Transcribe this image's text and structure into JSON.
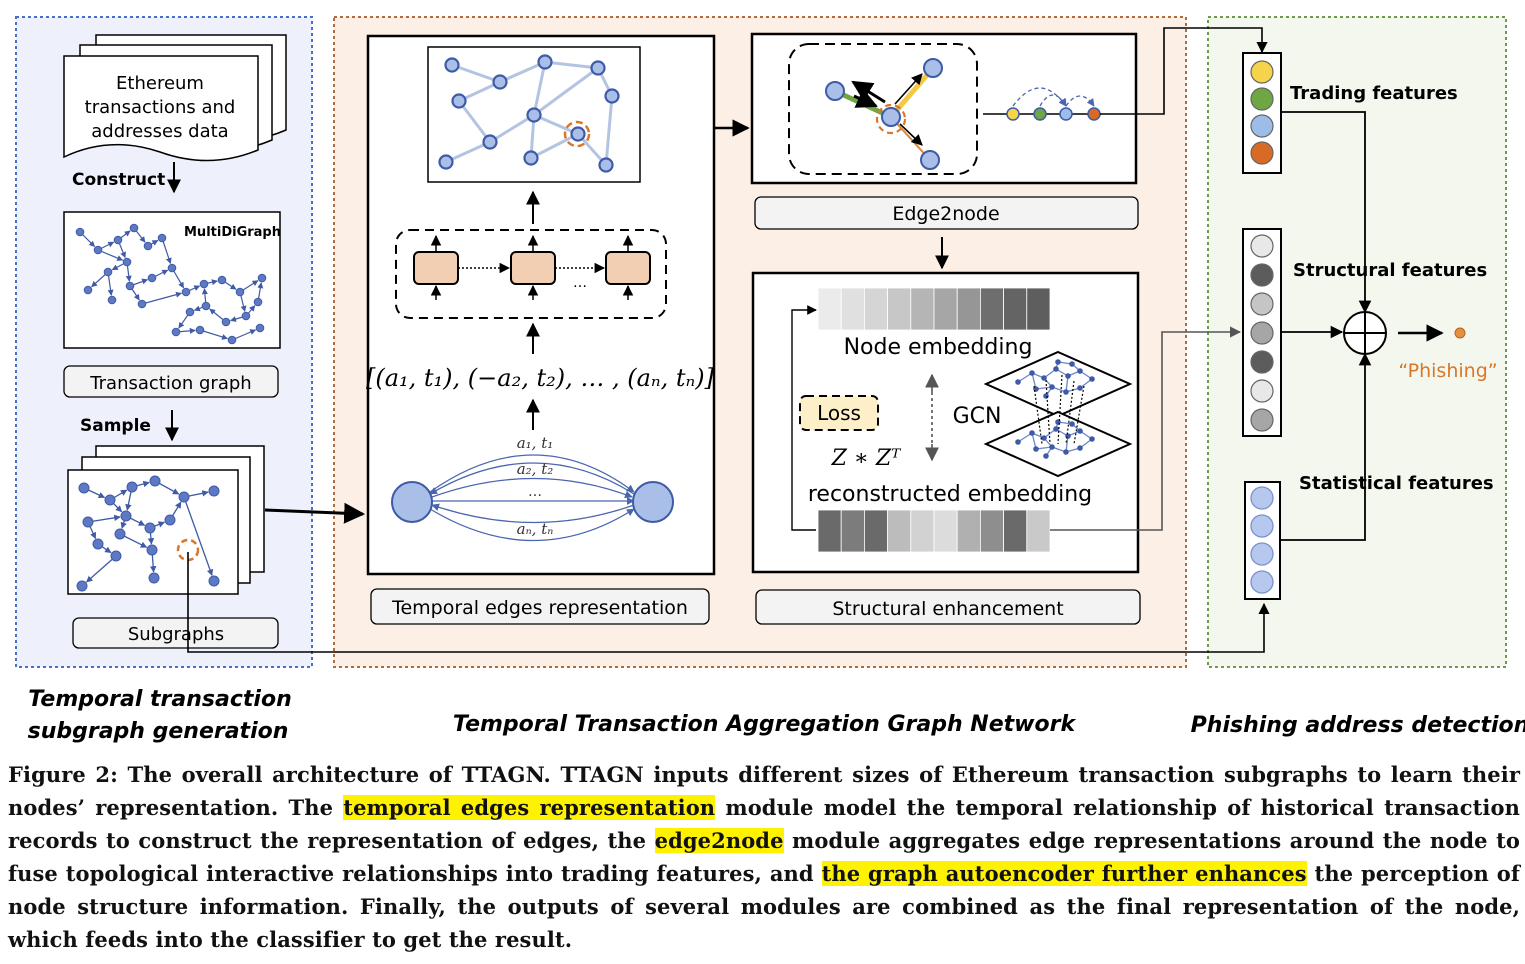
{
  "panels": {
    "left_title_line1": "Temporal transaction",
    "left_title_line2": "subgraph generation",
    "middle_title": "Temporal Transaction Aggregation Graph Network",
    "right_title": "Phishing address detection"
  },
  "left": {
    "data_line1": "Ethereum",
    "data_line2": "transactions and",
    "data_line3": "addresses data",
    "construct": "Construct",
    "multidigraph": "MultiDiGraph",
    "transaction_graph": "Transaction graph",
    "sample": "Sample",
    "subgraphs": "Subgraphs"
  },
  "middle": {
    "sequence": "[(a₁, t₁), (−a₂, t₂), … , (aₙ, tₙ)]",
    "dots": "…",
    "edge_a1": "a₁, t₁",
    "edge_a2": "a₂, t₂",
    "edge_dots": "…",
    "edge_an": "aₙ, tₙ",
    "temporal_edges": "Temporal edges representation",
    "edge2node": "Edge2node",
    "node_embedding": "Node embedding",
    "loss": "Loss",
    "gcn": "GCN",
    "zzt": "Z ∗ Zᵀ",
    "reconstructed": "reconstructed embedding",
    "structural_enhancement": "Structural enhancement"
  },
  "right": {
    "trading": "Trading features",
    "structural": "Structural features",
    "statistical": "Statistical features",
    "phishing": "“Phishing”"
  },
  "caption": {
    "p1": "Figure 2: The overall architecture of TTAGN. TTAGN inputs different sizes of Ethereum transaction subgraphs to learn their nodes’ representation. The ",
    "h1": "temporal edges representation",
    "p2": " module model the temporal relationship of historical transaction records to construct the representation of edges, the ",
    "h2": "edge2node",
    "p3": " module aggregates edge representations around the node to fuse topological interactive relationships into trading features, and ",
    "h3": "the graph autoencoder further enhances",
    "p4": " the perception of node structure information. Finally, the outputs of several modules are combined as the final representation of the node, which feeds into the classifier to get the result."
  },
  "colors": {
    "node_fill": "#a9bfe8",
    "node_stroke": "#3f5aa6",
    "orange": "#d9772a",
    "gru": "#f2cfb3",
    "left_bg": "#eef0fb",
    "middle_bg": "#fcefe6",
    "right_bg": "#f3f7ee",
    "loss_bg": "#fdf0c8",
    "yellow": "#f5d34a",
    "green": "#6fa644",
    "blue": "#9dbce8",
    "red_orange": "#d96a26"
  }
}
